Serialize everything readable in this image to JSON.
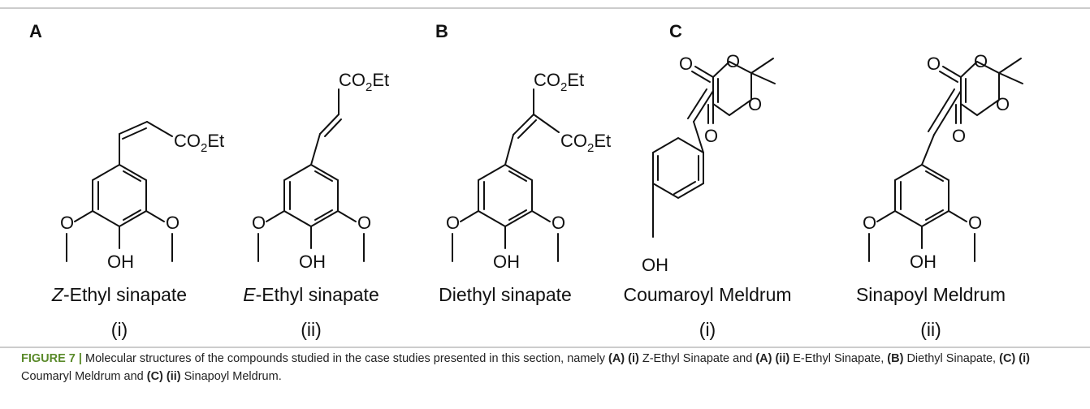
{
  "panels": {
    "A": "A",
    "B": "B",
    "C": "C"
  },
  "atoms": {
    "ester": "CO",
    "ester_sub": "2",
    "ester_et": "Et",
    "oh": "OH",
    "o": "O"
  },
  "compounds": [
    {
      "prefix": "Z",
      "name": "-Ethyl sinapate",
      "numeral": "(i)"
    },
    {
      "prefix": "E",
      "name": "-Ethyl sinapate",
      "numeral": "(ii)"
    },
    {
      "prefix": "",
      "name": "Diethyl sinapate",
      "numeral": ""
    },
    {
      "prefix": "",
      "name": "Coumaroyl Meldrum",
      "numeral": "(i)"
    },
    {
      "prefix": "",
      "name": "Sinapoyl Meldrum",
      "numeral": "(ii)"
    }
  ],
  "caption": {
    "label": "FIGURE 7 |",
    "t1": " Molecular structures of the compounds studied in the case studies presented in this section, namely ",
    "r1": "(A) (i)",
    "t2": " Z-Ethyl Sinapate and ",
    "r2": "(A) (ii)",
    "t3": " E-Ethyl Sinapate, ",
    "r3": "(B)",
    "t4": " Diethyl Sinapate, ",
    "r4": "(C) (i)",
    "t5": " Coumaryl Meldrum and ",
    "r5": "(C) (ii)",
    "t6": " Sinapoyl Meldrum."
  }
}
